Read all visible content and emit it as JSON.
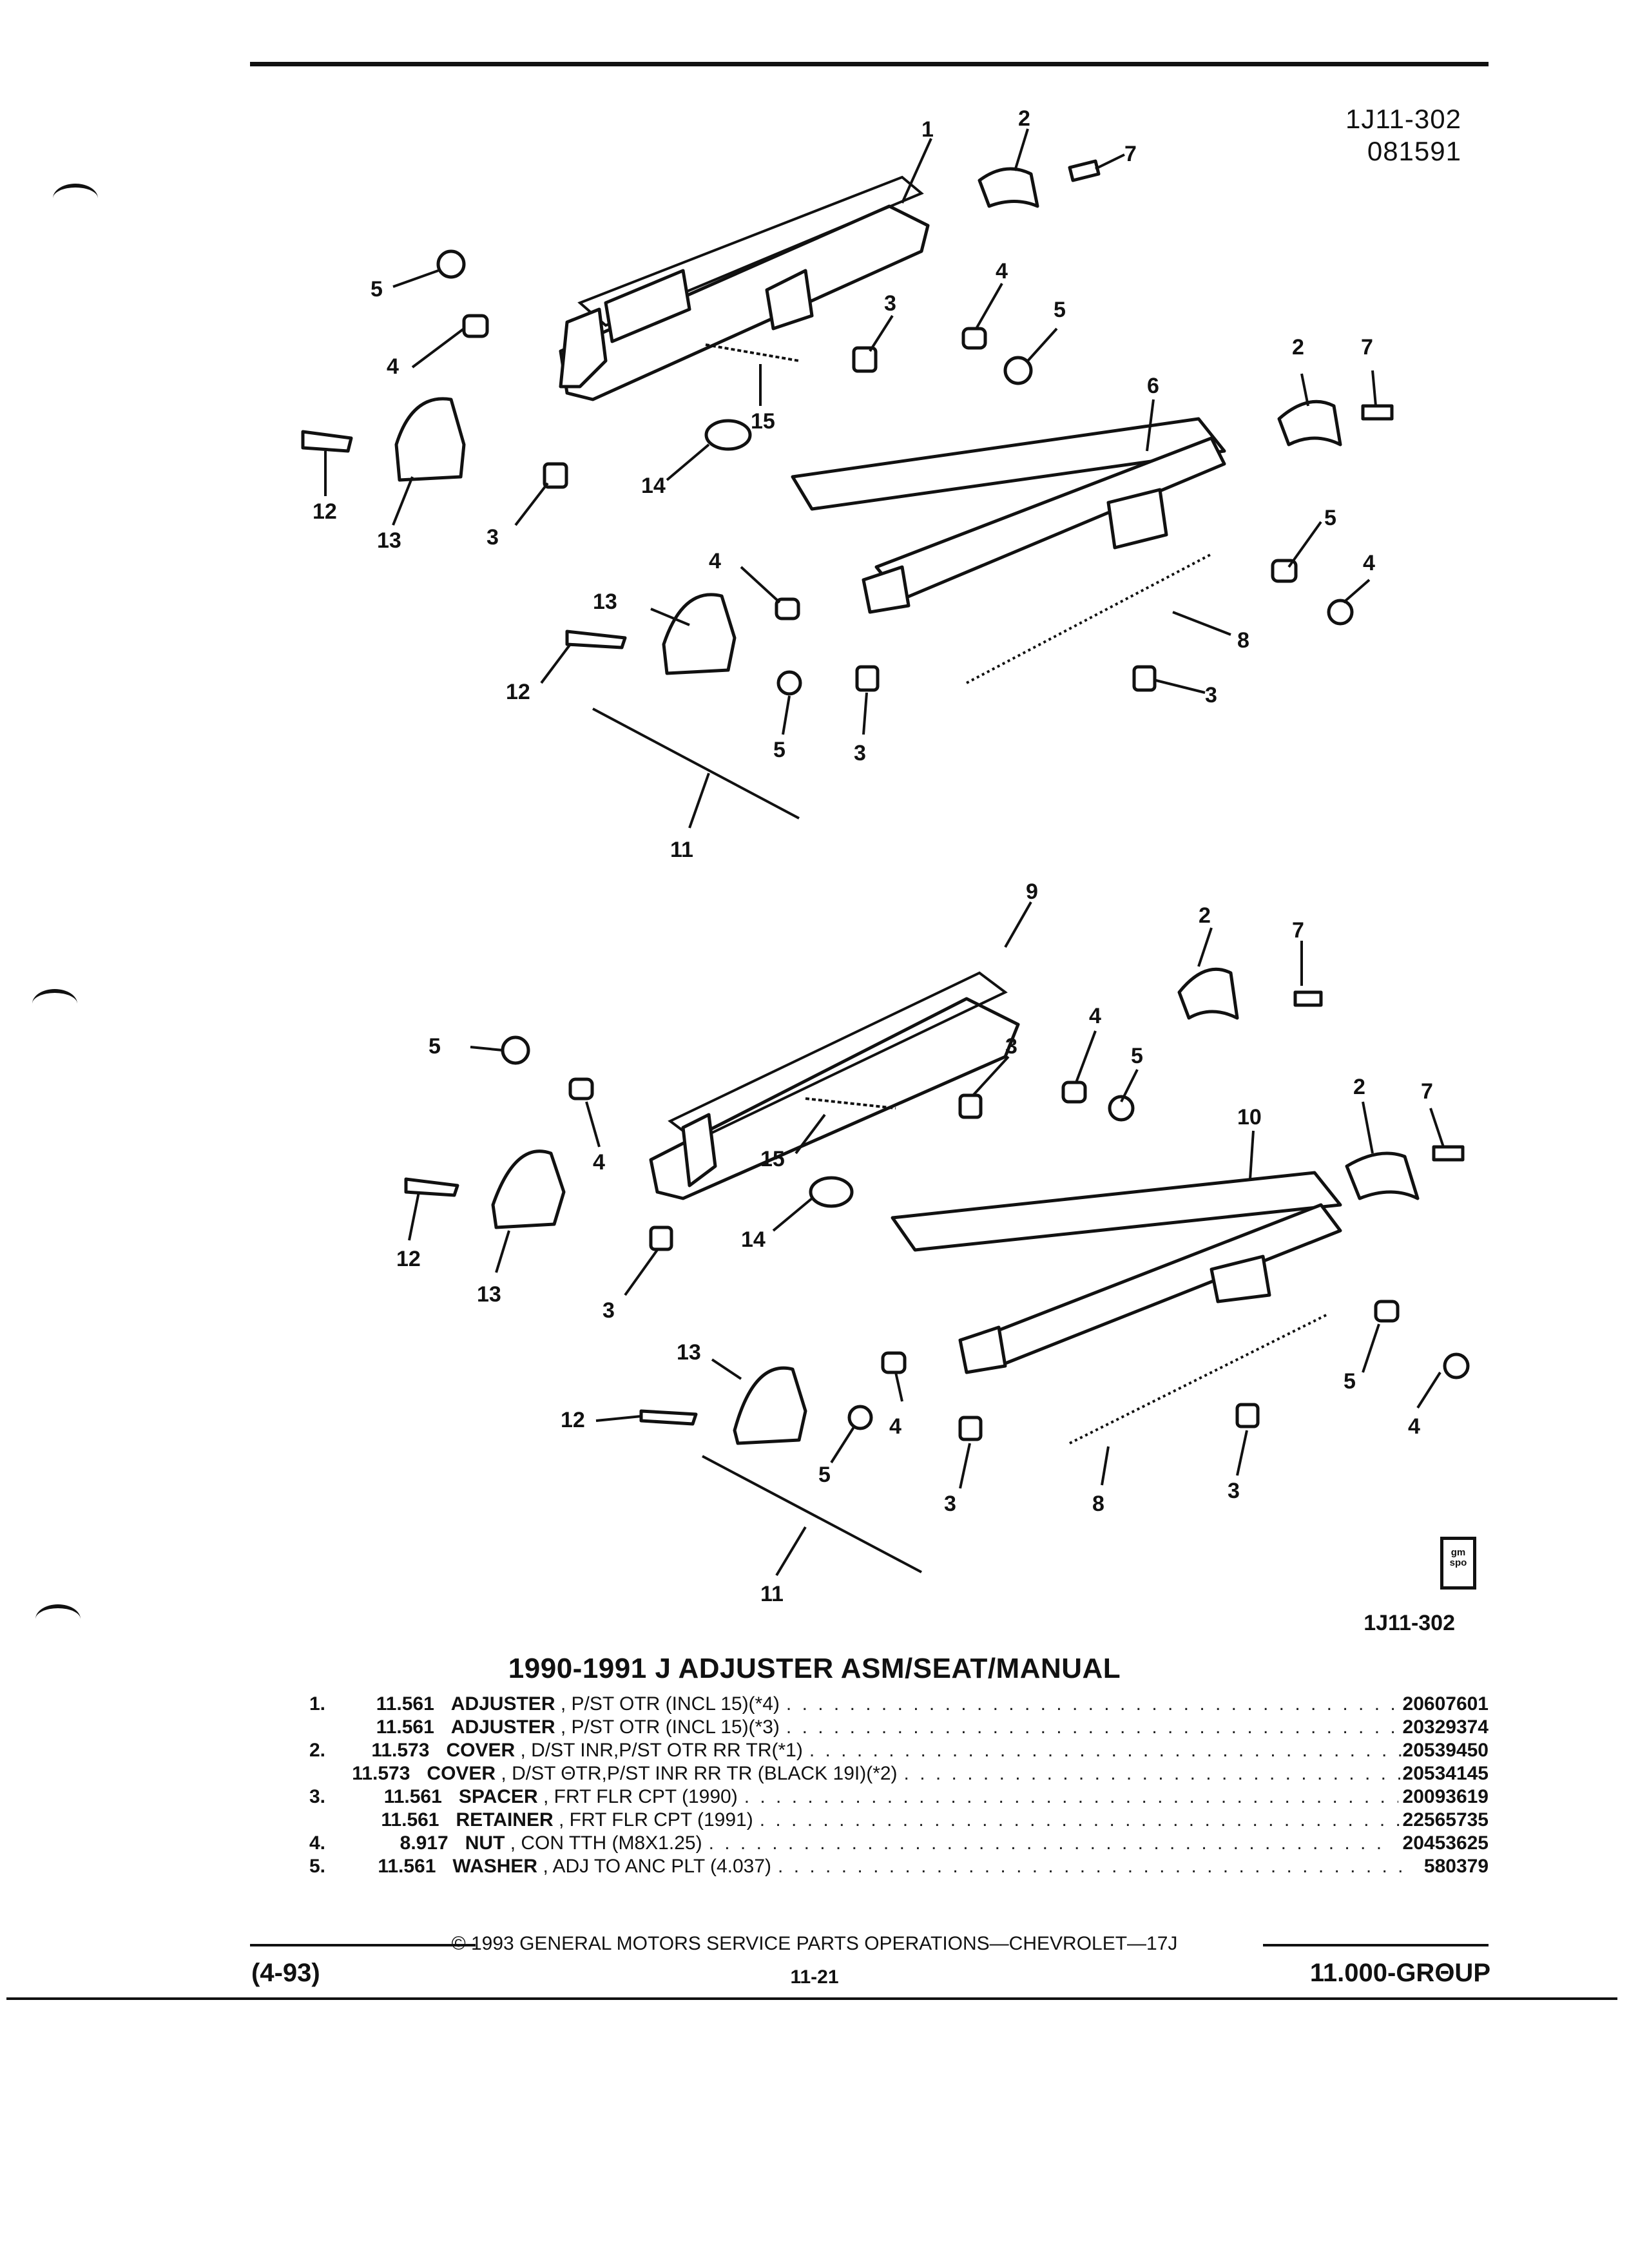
{
  "header": {
    "figure_code": "1J11-302",
    "date_code": "081591"
  },
  "diagram": {
    "callouts": [
      "1",
      "2",
      "7",
      "5",
      "4",
      "3",
      "4",
      "5",
      "2",
      "7",
      "6",
      "15",
      "12",
      "13",
      "3",
      "14",
      "4",
      "5",
      "4",
      "13",
      "12",
      "8",
      "3",
      "5",
      "3",
      "11",
      "9",
      "2",
      "7",
      "5",
      "3",
      "4",
      "5",
      "4",
      "15",
      "2",
      "7",
      "10",
      "12",
      "13",
      "14",
      "3",
      "13",
      "4",
      "5",
      "12",
      "5",
      "4",
      "3",
      "8",
      "3",
      "11"
    ],
    "figure_id": "1J11-302",
    "logo_text": "gm spo"
  },
  "section": {
    "title": "1990-1991 J ADJUSTER ASM/SEAT/MANUAL"
  },
  "parts": [
    {
      "item": "1.",
      "code": "11.561",
      "name": "ADJUSTER",
      "detail": " , P/ST OTR (INCL 15)(*4)",
      "part_no": "20607601"
    },
    {
      "item": "",
      "code": "11.561",
      "name": "ADJUSTER",
      "detail": " , P/ST OTR (INCL 15)(*3)",
      "part_no": "20329374"
    },
    {
      "item": "2.",
      "code": "11.573",
      "name": "COVER",
      "detail": " , D/ST INR,P/ST OTR RR TR(*1)",
      "part_no": "20539450"
    },
    {
      "item": "",
      "code": "11.573",
      "name": "COVER",
      "detail": " , D/ST ΘTR,P/ST INR RR TR (BLACK 19I)(*2)",
      "part_no": "20534145"
    },
    {
      "item": "3.",
      "code": "11.561",
      "name": "SPACER",
      "detail": " , FRT FLR CPT (1990)",
      "part_no": "20093619"
    },
    {
      "item": "",
      "code": "11.561",
      "name": "RETAINER",
      "detail": " , FRT FLR CPT (1991)",
      "part_no": "22565735"
    },
    {
      "item": "4.",
      "code": "8.917",
      "name": "NUT",
      "detail": " , CON TTH (M8X1.25)",
      "part_no": "20453625"
    },
    {
      "item": "5.",
      "code": "11.561",
      "name": "WASHER",
      "detail": " , ADJ TO ANC PLT (4.037)",
      "part_no": "580379"
    }
  ],
  "footer": {
    "copyright": "© 1993 GENERAL MOTORS SERVICE PARTS OPERATIONS—CHEVROLET—17J",
    "revision": "(4-93)",
    "page": "11-21",
    "group": "11.000-GRΘUP"
  }
}
